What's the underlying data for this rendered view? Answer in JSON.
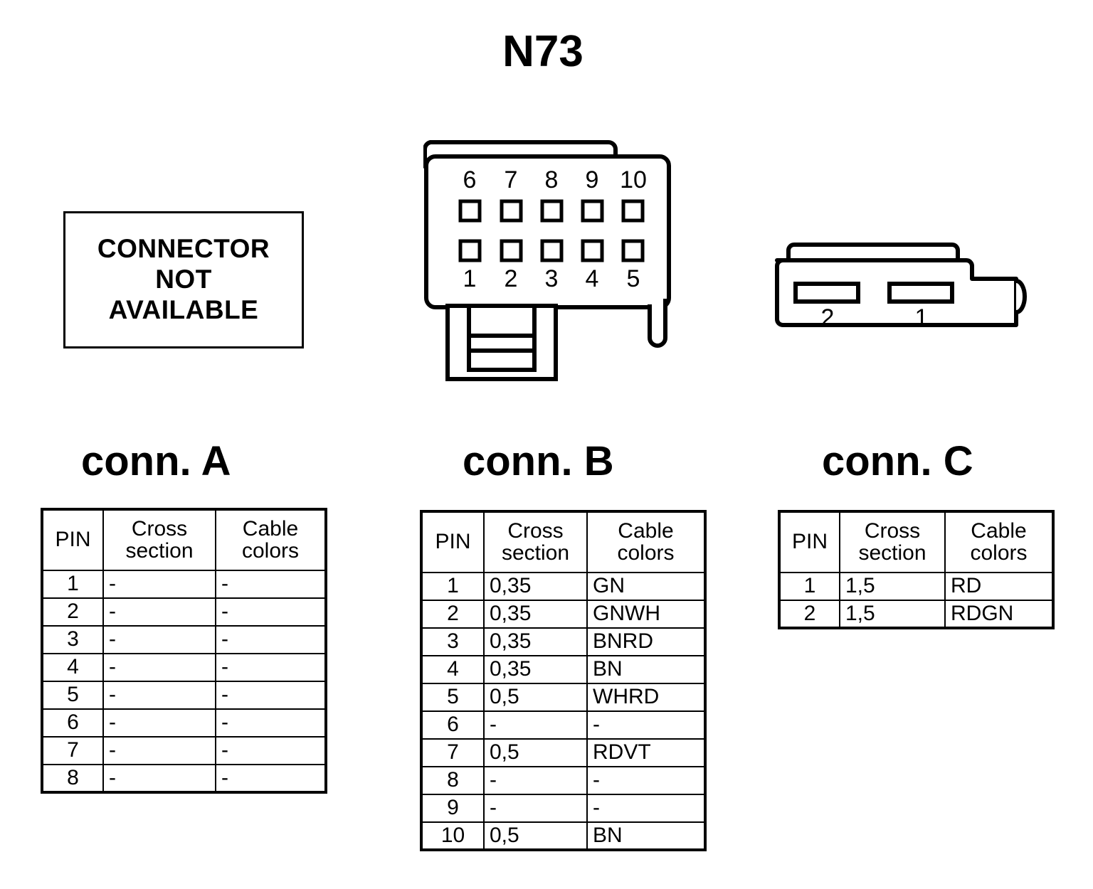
{
  "title": "N73",
  "placeholder": {
    "line1": "CONNECTOR",
    "line2": "NOT",
    "line3": "AVAILABLE"
  },
  "headings": {
    "conn_a": "conn. A",
    "conn_b": "conn. B",
    "conn_c": "conn. C"
  },
  "connector_b_drawing": {
    "top_row_labels": [
      "6",
      "7",
      "8",
      "9",
      "10"
    ],
    "bottom_row_labels": [
      "1",
      "2",
      "3",
      "4",
      "5"
    ]
  },
  "connector_c_drawing": {
    "labels": [
      "2",
      "1"
    ]
  },
  "table_headers": {
    "pin": "PIN",
    "cross_section_l1": "Cross",
    "cross_section_l2": "section",
    "cable_colors_l1": "Cable",
    "cable_colors_l2": "colors"
  },
  "conn_a_rows": [
    {
      "pin": "1",
      "cross_section": "-",
      "cable_colors": "-"
    },
    {
      "pin": "2",
      "cross_section": "-",
      "cable_colors": "-"
    },
    {
      "pin": "3",
      "cross_section": "-",
      "cable_colors": "-"
    },
    {
      "pin": "4",
      "cross_section": "-",
      "cable_colors": "-"
    },
    {
      "pin": "5",
      "cross_section": "-",
      "cable_colors": "-"
    },
    {
      "pin": "6",
      "cross_section": "-",
      "cable_colors": "-"
    },
    {
      "pin": "7",
      "cross_section": "-",
      "cable_colors": "-"
    },
    {
      "pin": "8",
      "cross_section": "-",
      "cable_colors": "-"
    }
  ],
  "conn_b_rows": [
    {
      "pin": "1",
      "cross_section": "0,35",
      "cable_colors": "GN"
    },
    {
      "pin": "2",
      "cross_section": "0,35",
      "cable_colors": "GNWH"
    },
    {
      "pin": "3",
      "cross_section": "0,35",
      "cable_colors": "BNRD"
    },
    {
      "pin": "4",
      "cross_section": "0,35",
      "cable_colors": "BN"
    },
    {
      "pin": "5",
      "cross_section": "0,5",
      "cable_colors": "WHRD"
    },
    {
      "pin": "6",
      "cross_section": "-",
      "cable_colors": "-"
    },
    {
      "pin": "7",
      "cross_section": "0,5",
      "cable_colors": "RDVT"
    },
    {
      "pin": "8",
      "cross_section": "-",
      "cable_colors": "-"
    },
    {
      "pin": "9",
      "cross_section": "-",
      "cable_colors": "-"
    },
    {
      "pin": "10",
      "cross_section": "0,5",
      "cable_colors": "BN"
    }
  ],
  "conn_c_rows": [
    {
      "pin": "1",
      "cross_section": "1,5",
      "cable_colors": "RD"
    },
    {
      "pin": "2",
      "cross_section": "1,5",
      "cable_colors": "RDGN"
    }
  ],
  "colors": {
    "ink": "#000000",
    "paper": "#ffffff"
  }
}
